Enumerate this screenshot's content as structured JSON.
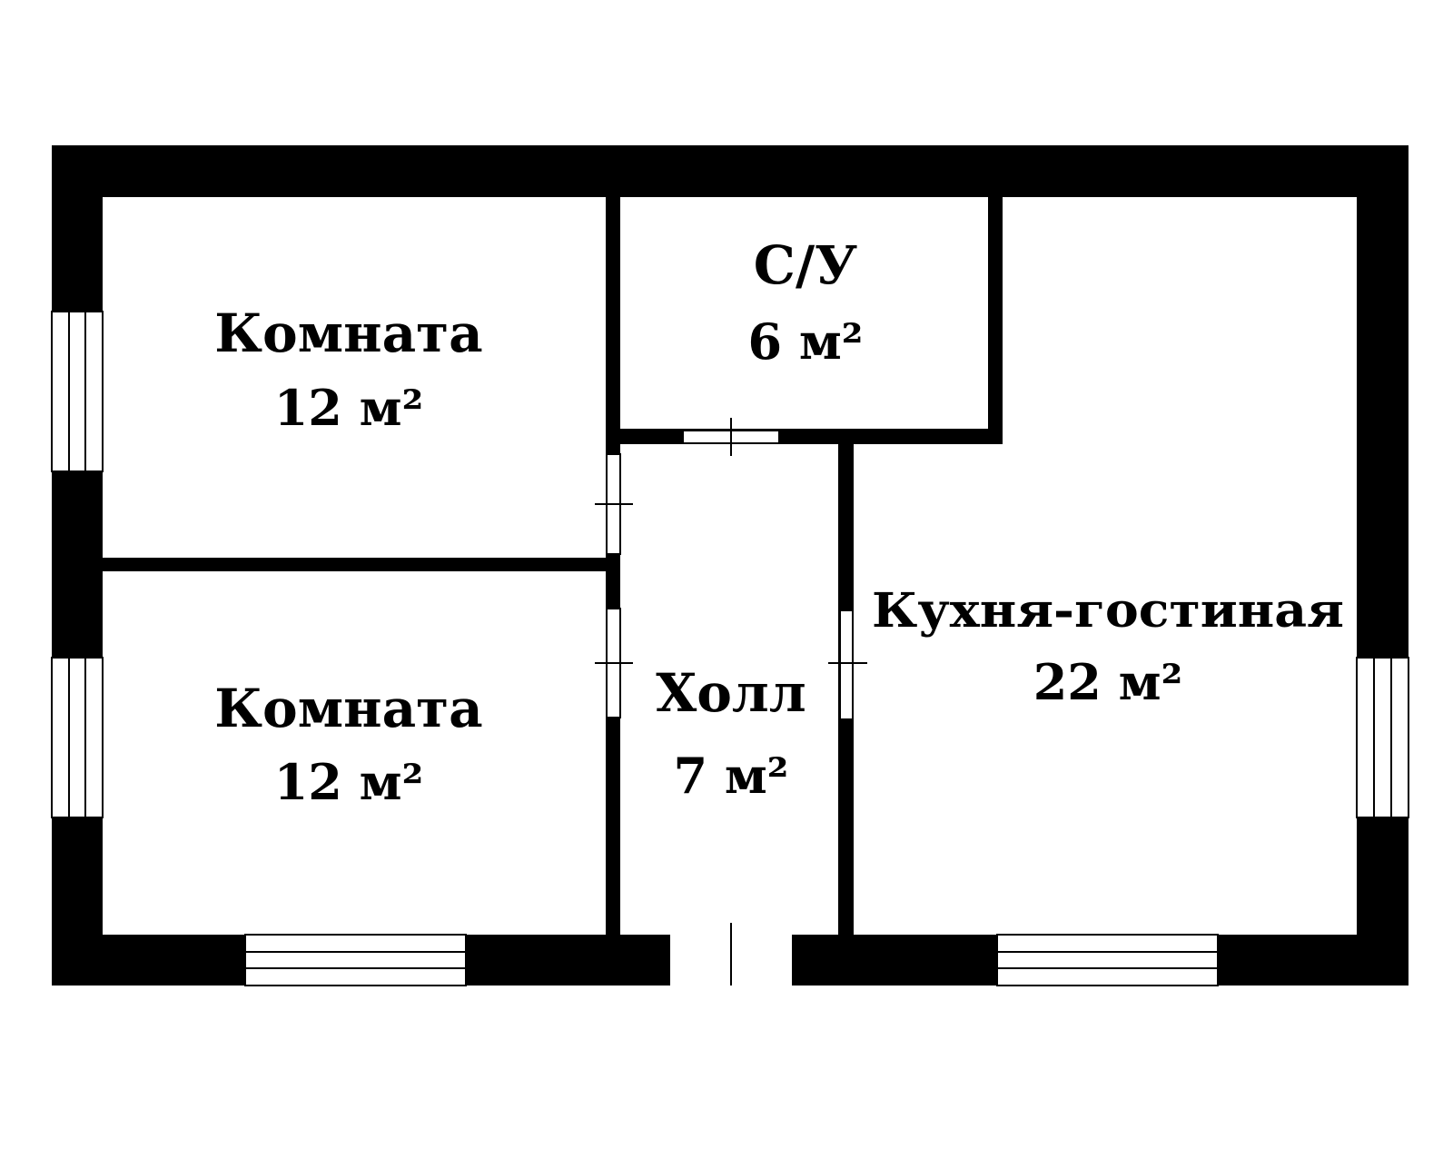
{
  "colors": {
    "wall": "#000000",
    "floor": "#ffffff",
    "line": "#000000"
  },
  "rooms": [
    {
      "id": "room-1",
      "name": "Комната",
      "area": "12 м²"
    },
    {
      "id": "bathroom",
      "name": "С/У",
      "area": "6 м²"
    },
    {
      "id": "room-2",
      "name": "Комната",
      "area": "12 м²"
    },
    {
      "id": "hall",
      "name": "Холл",
      "area": "7 м²"
    },
    {
      "id": "kitchen-living",
      "name": "Кухня-гостиная",
      "area": "22 м²"
    }
  ]
}
